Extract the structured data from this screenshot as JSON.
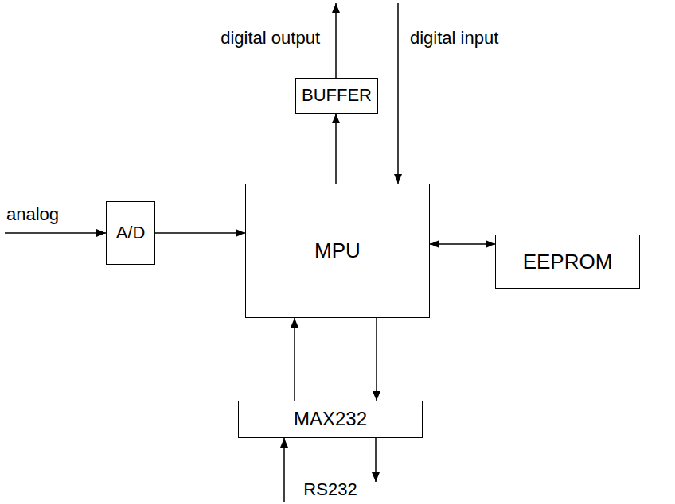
{
  "diagram": {
    "nodes": [
      {
        "text": [
          "BUFFER"
        ]
      },
      {
        "text": [
          "MPU"
        ]
      },
      {
        "text": [
          "A/D"
        ]
      },
      {
        "text": [
          "EEPROM"
        ]
      },
      {
        "text": [
          "MAX232"
        ]
      }
    ],
    "edges": [
      {
        "from": 1,
        "to": 0,
        "arrow": "to"
      },
      {
        "from": 2,
        "to": 1,
        "arrow": "to"
      },
      {
        "from": 1,
        "to": 3,
        "arrow": "both"
      },
      {
        "from": 4,
        "to": 1,
        "arrow": "to"
      },
      {
        "from": 1,
        "to": 4,
        "arrow": "to"
      }
    ],
    "labels": [
      "digital output",
      "digital input",
      "analog",
      "RS232"
    ]
  }
}
